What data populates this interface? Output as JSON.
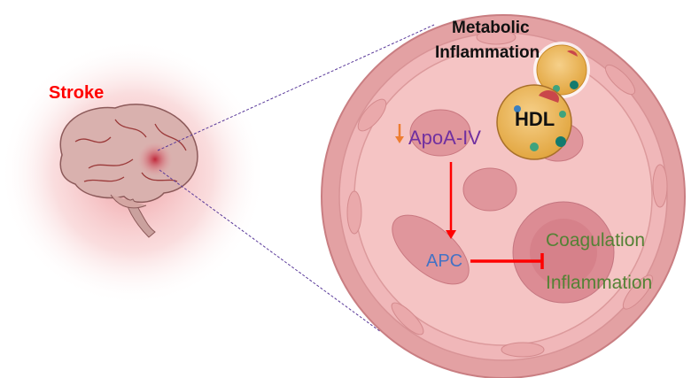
{
  "brain": {
    "label": "Stroke",
    "label_color": "#FF0000"
  },
  "vessel": {
    "title_line1": "Metabolic",
    "title_line2": "Inflammation",
    "hdl_label": "HDL",
    "apoa_label": "ApoA-IV",
    "apc_label": "APC",
    "effects": [
      "Coagulation",
      "Inflammation"
    ]
  },
  "colors": {
    "apoa": "#7030A0",
    "apc": "#4472C4",
    "effects": "#548235",
    "arrow": "#FF0000",
    "decrease_arrow": "#ED7D31"
  }
}
